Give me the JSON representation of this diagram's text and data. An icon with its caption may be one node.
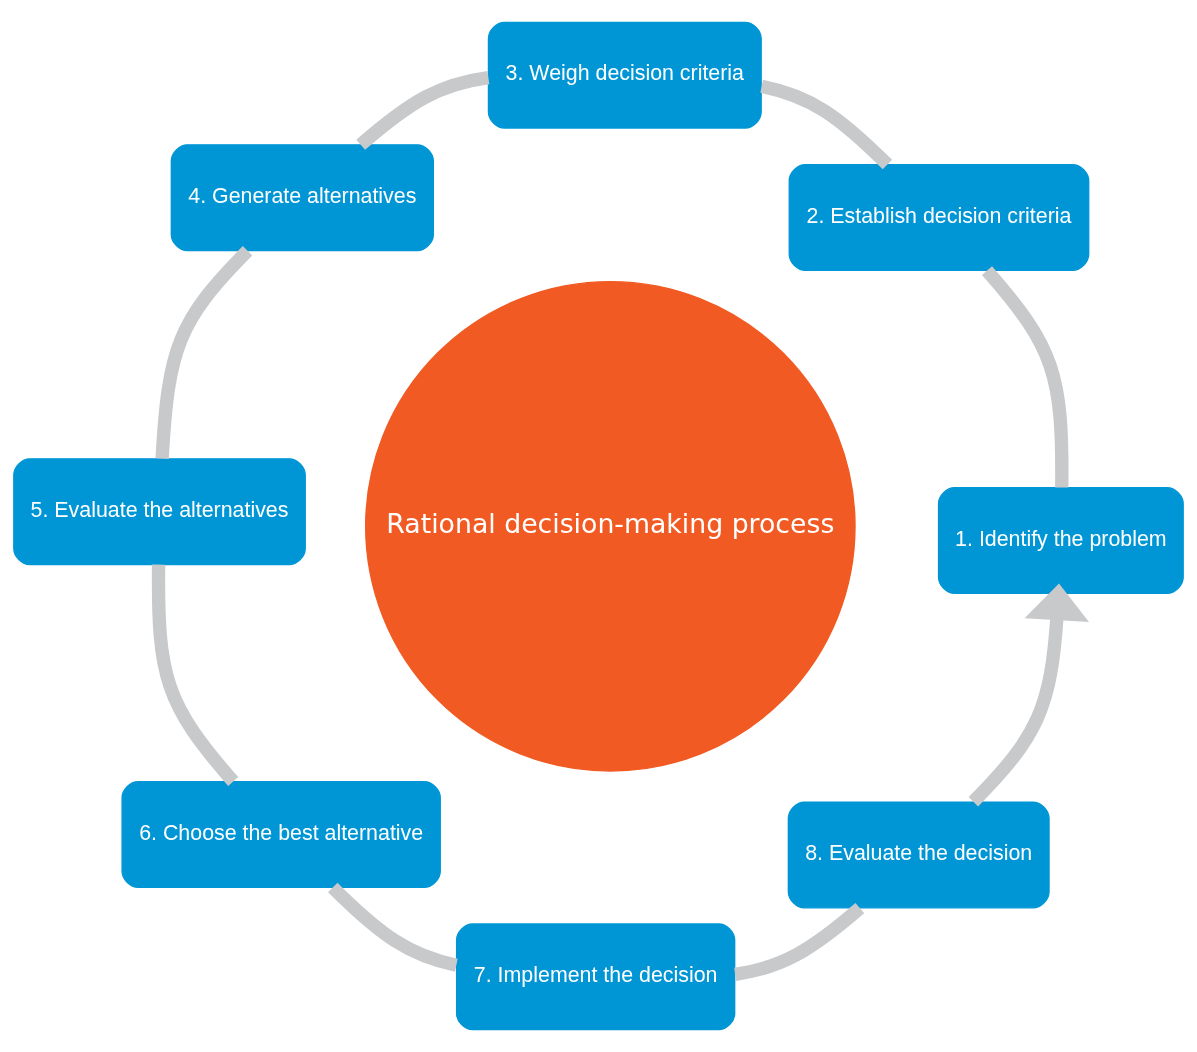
{
  "diagram": {
    "nodes": [
      {
        "text": [
          "Rational decision-making process"
        ]
      },
      {
        "text": [
          "1. Identify the problem"
        ]
      },
      {
        "text": [
          "2. Establish decision criteria"
        ]
      },
      {
        "text": [
          "3. Weigh decision criteria"
        ]
      },
      {
        "text": [
          "4. Generate alternatives"
        ]
      },
      {
        "text": [
          "5. Evaluate the alternatives"
        ]
      },
      {
        "text": [
          "6. Choose the best alternative"
        ]
      },
      {
        "text": [
          "7. Implement the decision"
        ]
      },
      {
        "text": [
          "8. Evaluate the decision"
        ]
      }
    ],
    "edges": [
      {
        "from": 1,
        "to": 2,
        "arrow": "none"
      },
      {
        "from": 2,
        "to": 3,
        "arrow": "none"
      },
      {
        "from": 3,
        "to": 4,
        "arrow": "none"
      },
      {
        "from": 4,
        "to": 5,
        "arrow": "none"
      },
      {
        "from": 5,
        "to": 6,
        "arrow": "none"
      },
      {
        "from": 6,
        "to": 7,
        "arrow": "none"
      },
      {
        "from": 7,
        "to": 8,
        "arrow": "none"
      },
      {
        "from": 8,
        "to": 1,
        "arrow": "to"
      }
    ]
  }
}
